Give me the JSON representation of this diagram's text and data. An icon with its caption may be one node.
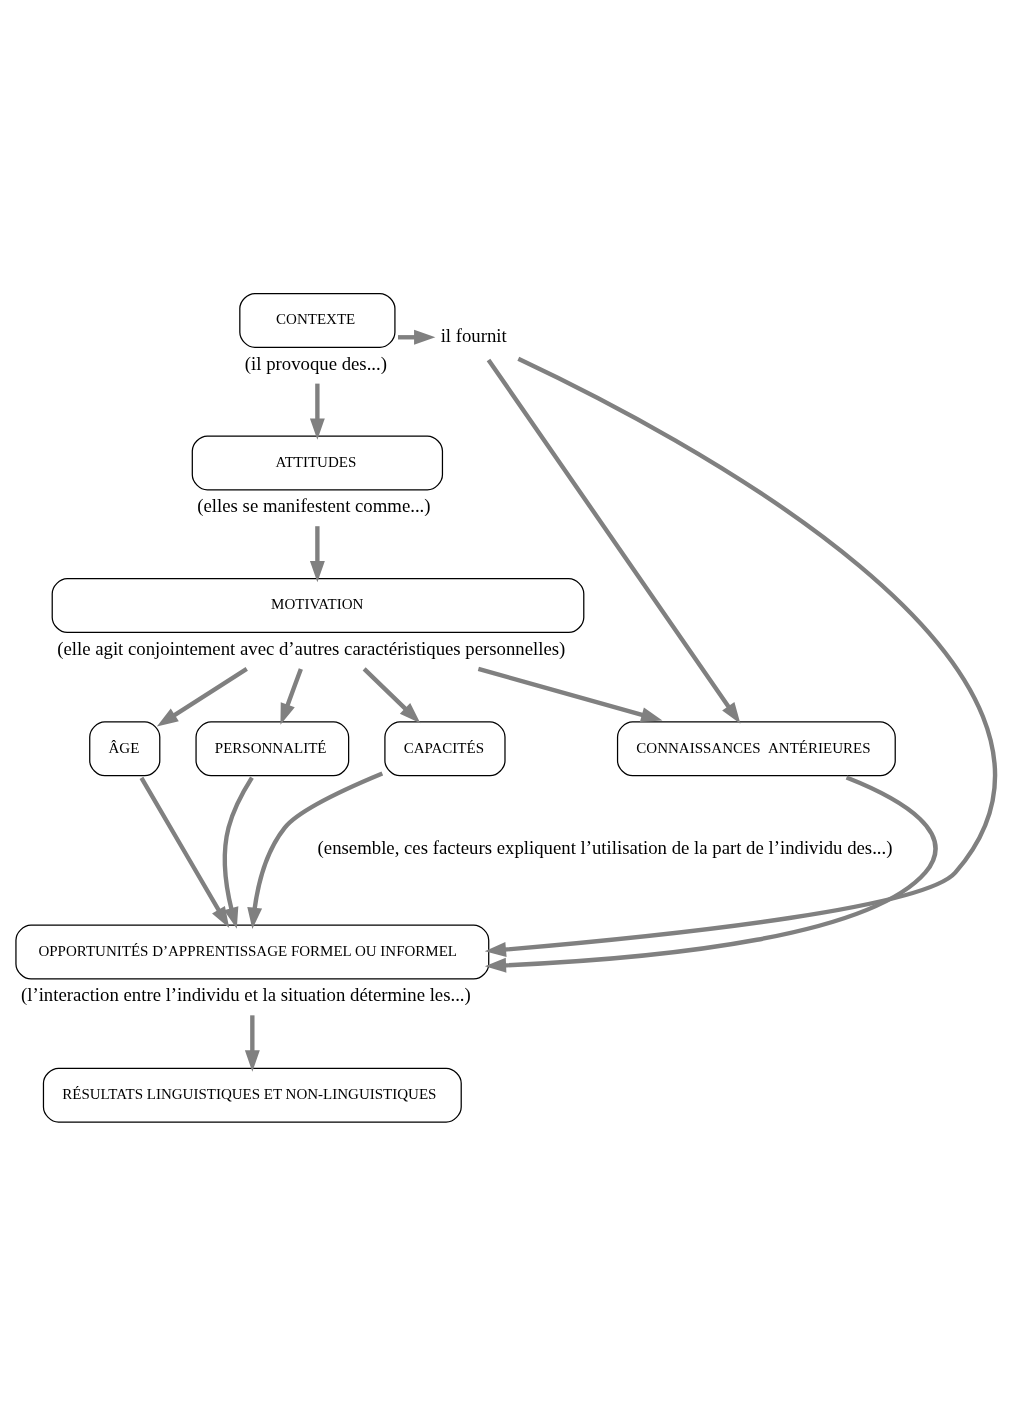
{
  "diagram": {
    "nodes": [
      {
        "text": [
          "CONTEXTE"
        ],
        "beside": [
          "(il provoque des...)"
        ]
      },
      {
        "text": [
          "ATTITUDES"
        ],
        "beside": [
          "(elles se manifestent comme...)"
        ]
      },
      {
        "text": [
          "MOTIVATION"
        ],
        "beside": [
          "(elle agit conjointement avec d’autres caractéristiques personnelles)"
        ]
      },
      {
        "text": [
          "ÂGE"
        ]
      },
      {
        "text": [
          "PERSONNALITÉ"
        ]
      },
      {
        "text": [
          "CAPACITÉS"
        ]
      },
      {
        "text": [
          "CONNAISSANCES  ANTÉRIEURES"
        ]
      },
      {
        "text": [
          "OPPORTUNITÉS D’APPRENTISSAGE FORMEL OU INFORMEL"
        ],
        "beside": [
          "(l’interaction entre l’individu et la situation détermine les...)"
        ]
      },
      {
        "text": [
          "RÉSULTATS LINGUISTIQUES ET NON-LINGUISTIQUES"
        ]
      },
      {
        "text": [
          "il fournit"
        ]
      }
    ],
    "edges": [
      {
        "from": 0,
        "to": 9,
        "arrow": "to"
      },
      {
        "from": 0,
        "to": 1,
        "arrow": "to"
      },
      {
        "from": 1,
        "to": 2,
        "arrow": "to"
      },
      {
        "from": 2,
        "to": 3,
        "arrow": "to"
      },
      {
        "from": 2,
        "to": 4,
        "arrow": "to"
      },
      {
        "from": 2,
        "to": 5,
        "arrow": "to"
      },
      {
        "from": 2,
        "to": 6,
        "arrow": "to"
      },
      {
        "from": 9,
        "to": 6,
        "arrow": "to"
      },
      {
        "from": 3,
        "to": 7,
        "arrow": "to"
      },
      {
        "from": 4,
        "to": 7,
        "arrow": "to"
      },
      {
        "from": 5,
        "to": 7,
        "arrow": "to"
      },
      {
        "from": 6,
        "to": 7,
        "arrow": "to"
      },
      {
        "from": 9,
        "to": 7,
        "arrow": "to"
      },
      {
        "from": 7,
        "to": 8,
        "arrow": "to"
      }
    ],
    "labels": [
      "(ensemble, ces facteurs expliquent l’utilisation de la part de l’individu des...)"
    ]
  }
}
